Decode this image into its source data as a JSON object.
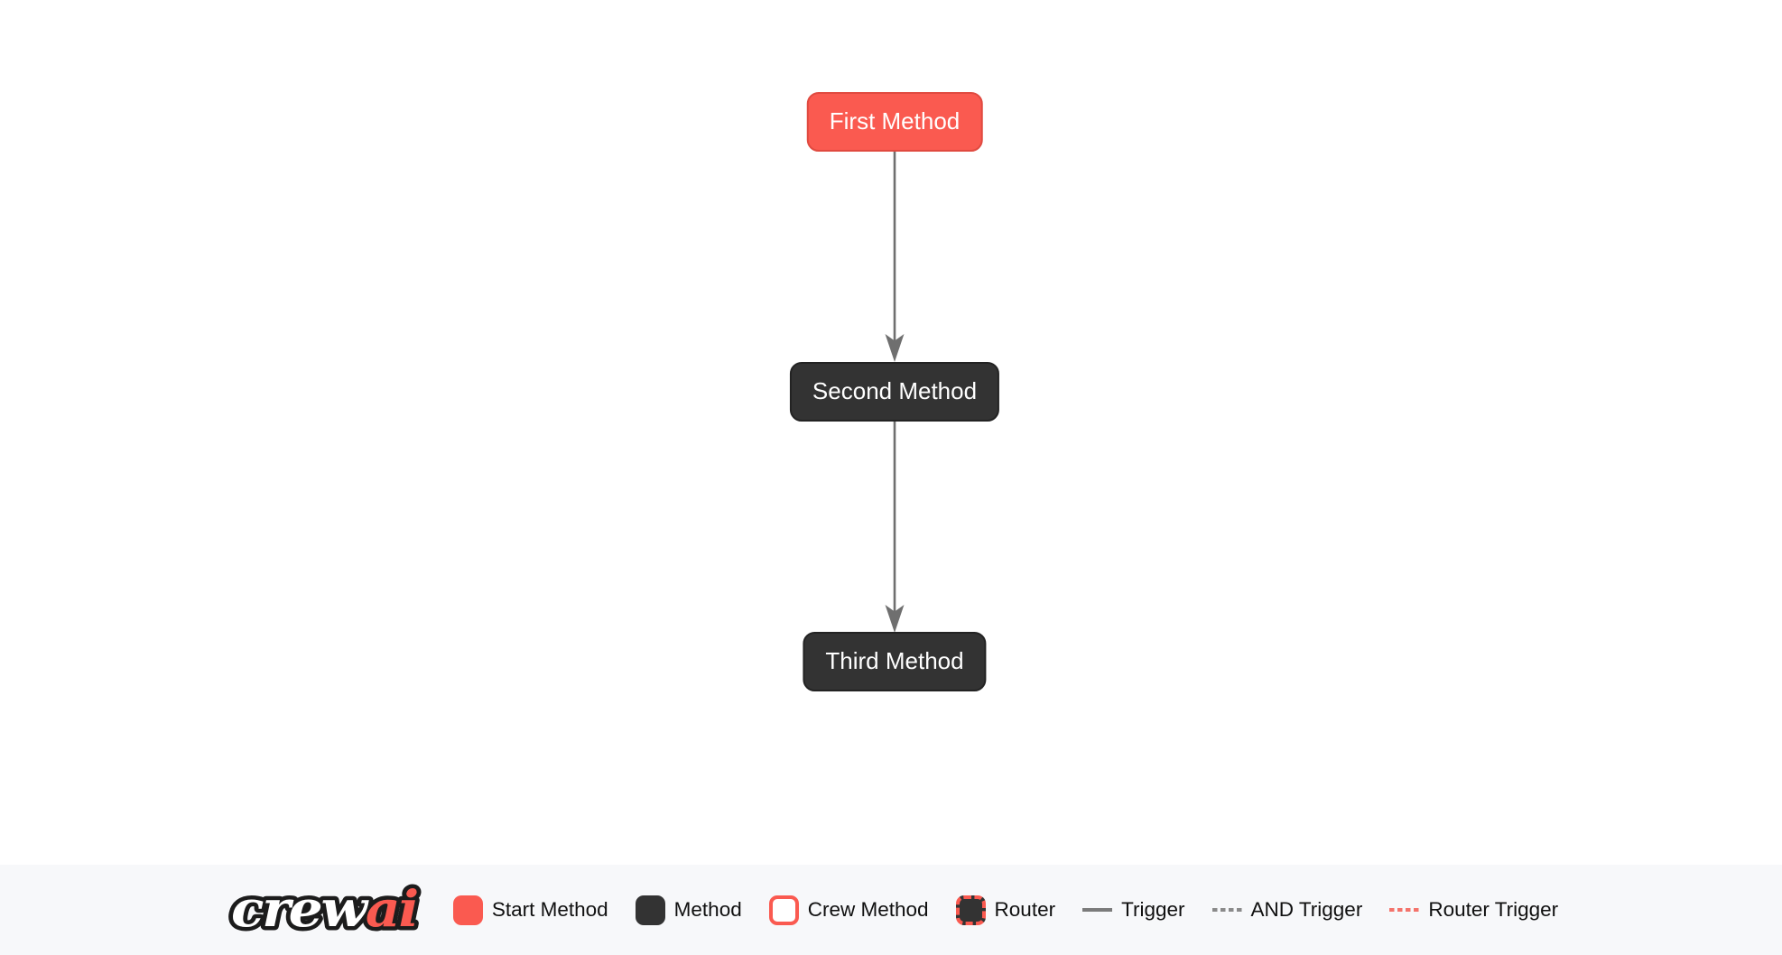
{
  "diagram": {
    "nodes": [
      {
        "label": "First Method",
        "type": "start-method"
      },
      {
        "label": "Second Method",
        "type": "method"
      },
      {
        "label": "Third Method",
        "type": "method"
      }
    ],
    "edges": [
      {
        "from": "First Method",
        "to": "Second Method",
        "type": "trigger"
      },
      {
        "from": "Second Method",
        "to": "Third Method",
        "type": "trigger"
      }
    ]
  },
  "legend": {
    "logo": {
      "crew": "crew",
      "ai": "ai"
    },
    "items": [
      {
        "label": "Start Method",
        "swatch": "start-method-square"
      },
      {
        "label": "Method",
        "swatch": "method-square"
      },
      {
        "label": "Crew Method",
        "swatch": "crew-method-square"
      },
      {
        "label": "Router",
        "swatch": "router-square"
      },
      {
        "label": "Trigger",
        "swatch": "solid-gray-line"
      },
      {
        "label": "AND Trigger",
        "swatch": "dashed-gray-line"
      },
      {
        "label": "Router Trigger",
        "swatch": "dashed-red-line"
      }
    ]
  },
  "colors": {
    "brand_red": "#FA5A50",
    "brand_red_dark": "#E04A40",
    "node_dark": "#333333",
    "node_dark_border": "#232323",
    "edge_gray": "#6F6F6F",
    "legend_background": "#F7F8FA",
    "legend_text": "#101010",
    "node_text": "#FFFFFF"
  }
}
